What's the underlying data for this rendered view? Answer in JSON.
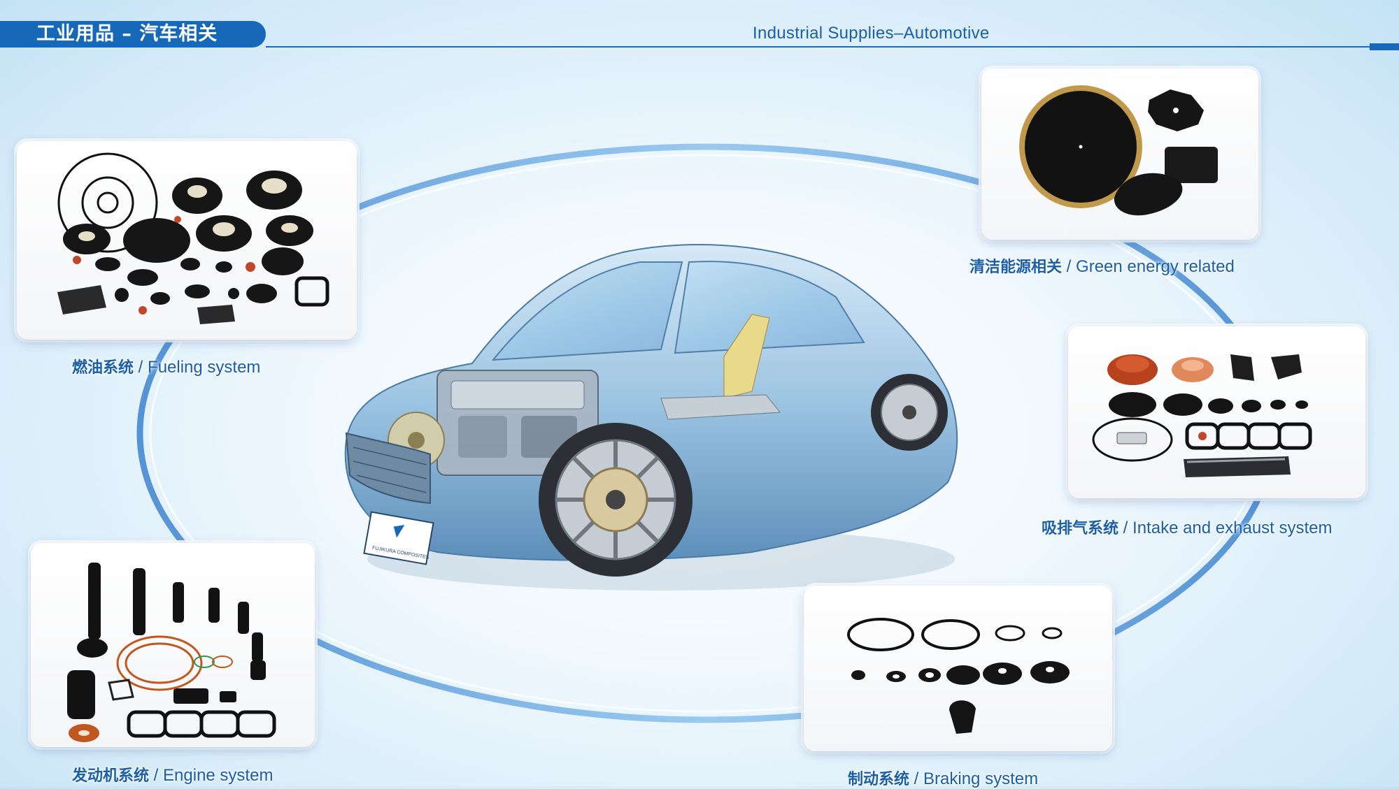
{
  "header": {
    "title_cn": "工业用品 – 汽车相关",
    "title_en": "Industrial Supplies–Automotive"
  },
  "colors": {
    "brand_blue": "#1569b8",
    "caption_blue": "#1b5fa6",
    "ring_blue": "#4a8fd6"
  },
  "car": {
    "badge_text": "FUJIKURA COMPOSITES"
  },
  "sections": {
    "fueling": {
      "cn": "燃油系统",
      "sep": " / ",
      "en": "Fueling  system"
    },
    "green": {
      "cn": "清洁能源相关",
      "sep": " / ",
      "en": "Green energy related"
    },
    "intake": {
      "cn": "吸排气系统",
      "sep": " / ",
      "en": "Intake and exhaust system"
    },
    "engine": {
      "cn": "发动机系统",
      "sep": " / ",
      "en": "Engine system"
    },
    "braking": {
      "cn": "制动系统",
      "sep": "  / ",
      "en": "Braking system"
    }
  }
}
